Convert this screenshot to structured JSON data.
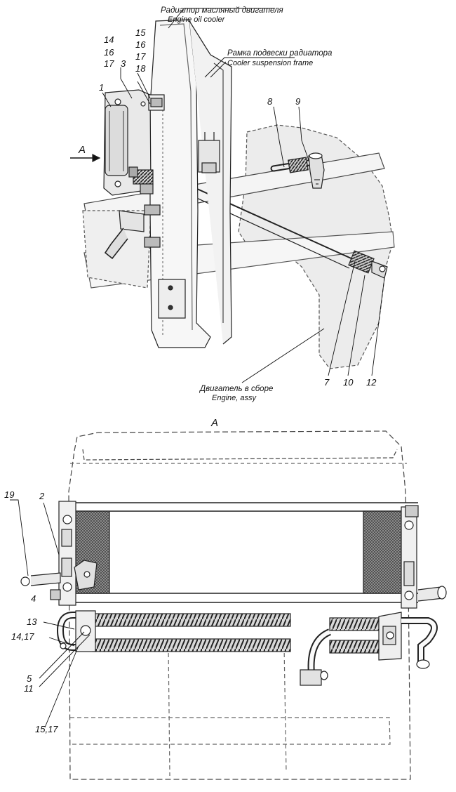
{
  "captions": {
    "oil_cooler_ru": "Радиатор масляный двигателя",
    "oil_cooler_en": "Engine oil cooler",
    "frame_ru": "Рамка подвески радиатора",
    "frame_en": "Cooler suspension frame",
    "engine_ru": "Двигатель в сборе",
    "engine_en": "Engine, assy"
  },
  "view_markers": {
    "arrow_a": "A",
    "section_a": "A"
  },
  "callouts_top": {
    "c14": "14",
    "c16": "16",
    "c17": "17",
    "c3": "3",
    "c15": "15",
    "c16b": "16",
    "c17b": "17",
    "c18": "18",
    "c1": "1",
    "c8": "8",
    "c9": "9",
    "c7": "7",
    "c10": "10",
    "c12": "12"
  },
  "callouts_bottom": {
    "c19": "19",
    "c2": "2",
    "c4": "4",
    "c13": "13",
    "c14_17": "14,17",
    "c5": "5",
    "c11": "11",
    "c15_17": "15,17"
  }
}
